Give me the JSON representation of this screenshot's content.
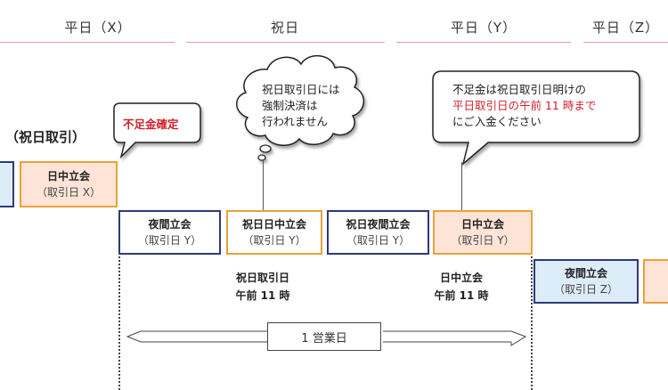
{
  "headers": {
    "weekday_x": "平日（X）",
    "holiday": "祝日",
    "weekday_y": "平日（Y）",
    "weekday_z": "平日（Z）"
  },
  "section_label": "（祝日取引）",
  "bubbles": {
    "shortage_confirmed": "不足金確定",
    "holiday_cloud": [
      "祝日取引日には",
      "強制決済は",
      "行われません"
    ],
    "deposit_note": [
      "不足金は祝日取引日明けの",
      "平日取引日の午前 11 時まで",
      "にご入金ください"
    ]
  },
  "sessions": {
    "left_partial": "",
    "day_x": {
      "title": "日中立会",
      "sub": "（取引日 X）"
    },
    "night_y": {
      "title": "夜間立会",
      "sub": "（取引日 Y）"
    },
    "holiday_day_y": {
      "title": "祝日日中立会",
      "sub": "（取引日 Y）"
    },
    "holiday_night_y": {
      "title": "祝日夜間立会",
      "sub": "（取引日 Y）"
    },
    "day_y": {
      "title": "日中立会",
      "sub": "（取引日 Y）"
    },
    "night_z": {
      "title": "夜間立会",
      "sub": "（取引日 Z）"
    }
  },
  "times": {
    "holiday_time": [
      "祝日取引日",
      "午前 11 時"
    ],
    "day_time": [
      "日中立会",
      "午前 11 時"
    ]
  },
  "span_label": "1 営業日",
  "colors": {
    "night_border": "#2e3a7a",
    "day_border": "#e8a23a",
    "day_fill": "#fde4d6",
    "night_fill": "#dcecf8",
    "header_line": "#e89aa2",
    "alert_red": "#d0212e"
  }
}
